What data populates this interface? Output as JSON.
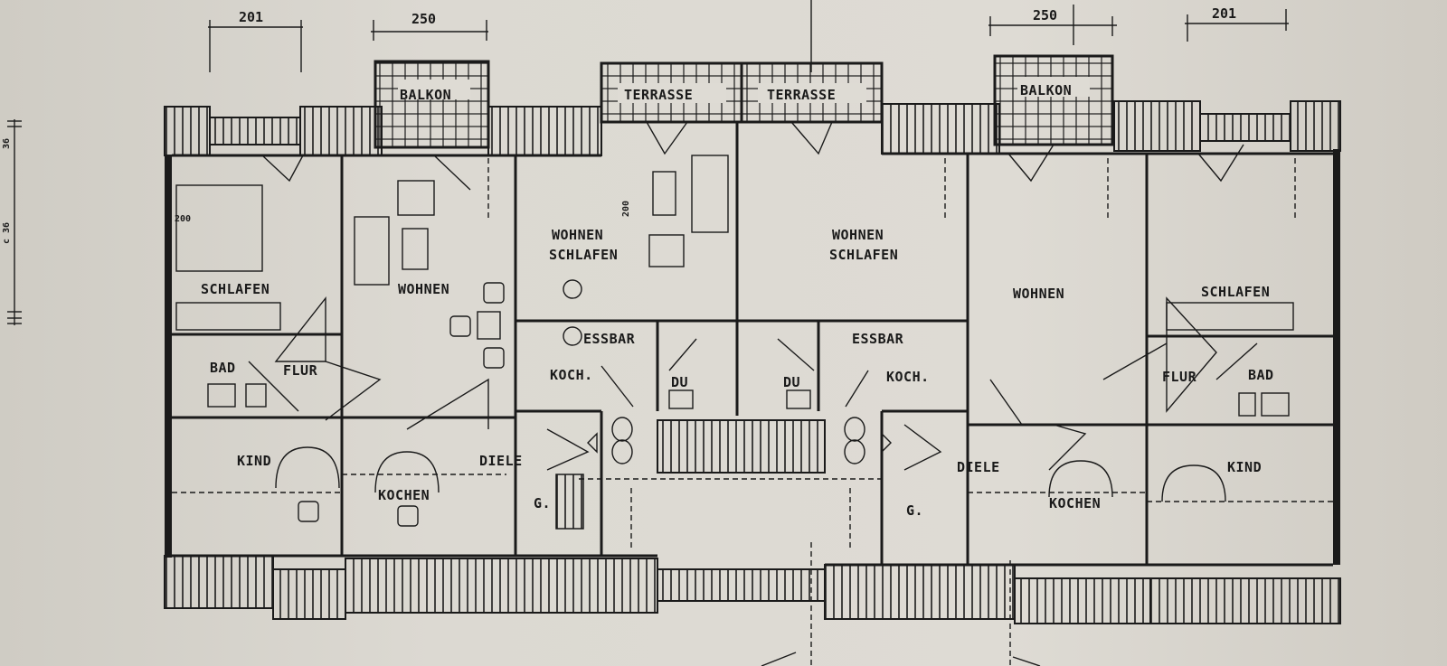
{
  "dimensions": {
    "top_left_a": "201",
    "top_left_b": "250",
    "top_right_a": "250",
    "top_right_b": "201",
    "left_side_a": "36",
    "left_side_b": "c 36"
  },
  "annotations": {
    "bed_left": "200",
    "bed_mid": "200",
    "unit2_g": "G.",
    "unit3_g": "G."
  },
  "rooms": [
    {
      "id": "balkon-left",
      "label": "BALKON"
    },
    {
      "id": "terrasse-left",
      "label": "TERRASSE"
    },
    {
      "id": "terrasse-right",
      "label": "TERRASSE"
    },
    {
      "id": "balkon-right",
      "label": "BALKON"
    },
    {
      "id": "schlafen-left",
      "label": "SCHLAFEN"
    },
    {
      "id": "wohnen-left",
      "label": "WOHNEN"
    },
    {
      "id": "wohnen-schlafen-left-1",
      "label": "WOHNEN"
    },
    {
      "id": "wohnen-schlafen-left-2",
      "label": "SCHLAFEN"
    },
    {
      "id": "wohnen-schlafen-right-1",
      "label": "WOHNEN"
    },
    {
      "id": "wohnen-schlafen-right-2",
      "label": "SCHLAFEN"
    },
    {
      "id": "wohnen-right",
      "label": "WOHNEN"
    },
    {
      "id": "schlafen-right",
      "label": "SCHLAFEN"
    },
    {
      "id": "bad-left",
      "label": "BAD"
    },
    {
      "id": "flur-left",
      "label": "FLUR"
    },
    {
      "id": "essbar-left",
      "label": "ESSBAR"
    },
    {
      "id": "koch-left",
      "label": "KOCH."
    },
    {
      "id": "du-left",
      "label": "DU"
    },
    {
      "id": "du-right",
      "label": "DU"
    },
    {
      "id": "essbar-right",
      "label": "ESSBAR"
    },
    {
      "id": "koch-right",
      "label": "KOCH."
    },
    {
      "id": "flur-right",
      "label": "FLUR"
    },
    {
      "id": "bad-right",
      "label": "BAD"
    },
    {
      "id": "kind-left",
      "label": "KIND"
    },
    {
      "id": "kochen-left",
      "label": "KOCHEN"
    },
    {
      "id": "diele-left",
      "label": "DIELE"
    },
    {
      "id": "diele-right",
      "label": "DIELE"
    },
    {
      "id": "kochen-right",
      "label": "KOCHEN"
    },
    {
      "id": "kind-right",
      "label": "KIND"
    }
  ]
}
